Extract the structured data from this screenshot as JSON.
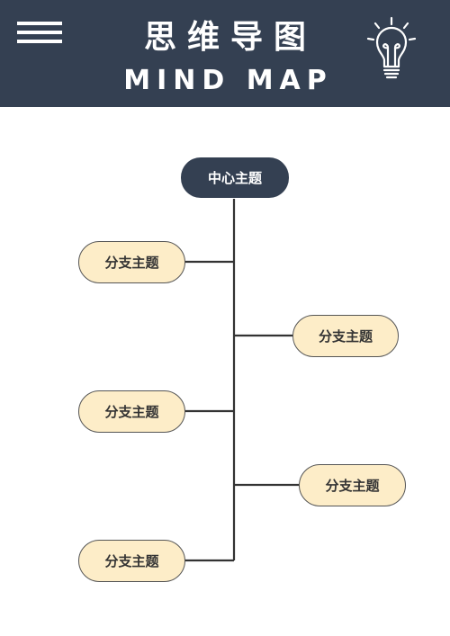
{
  "header": {
    "title_cn": "思维导图",
    "title_en": "MIND MAP",
    "menu_icon": "hamburger-menu-icon",
    "bulb_icon": "lightbulb-icon",
    "background_color": "#344052"
  },
  "mind_map": {
    "center": {
      "label": "中心主题",
      "color": "#344052"
    },
    "branches": [
      {
        "label": "分支主题",
        "side": "left"
      },
      {
        "label": "分支主题",
        "side": "right"
      },
      {
        "label": "分支主题",
        "side": "left"
      },
      {
        "label": "分支主题",
        "side": "right"
      },
      {
        "label": "分支主题",
        "side": "left"
      }
    ],
    "branch_fill_color": "#fdedc8",
    "line_color": "#333333"
  }
}
